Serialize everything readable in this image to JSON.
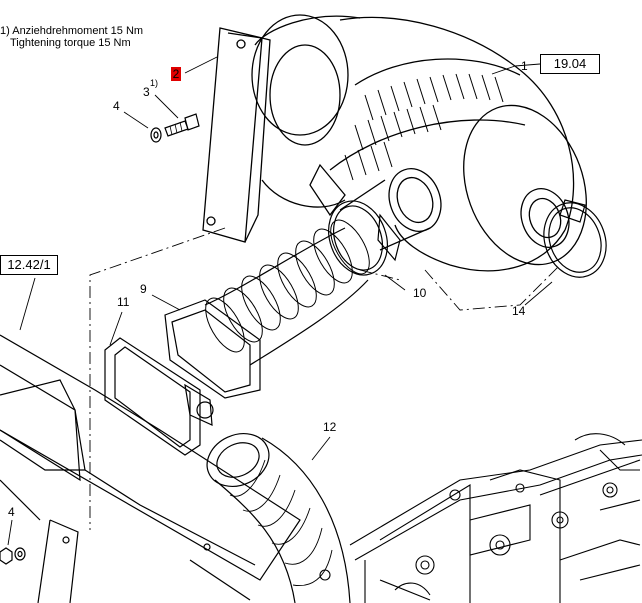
{
  "notes": {
    "line1": "1) Anziehdrehmoment 15 Nm",
    "line2": "Tightening torque 15 Nm"
  },
  "ref_boxes": {
    "top_right": "19.04",
    "left": "12.42/1"
  },
  "callouts": {
    "c1": "1",
    "c2": "2",
    "c3": "3",
    "c3_sup": "1)",
    "c4_top": "4",
    "c9": "9",
    "c10": "10",
    "c11": "11",
    "c12": "12",
    "c14": "14",
    "c4_bottom": "4"
  },
  "colors": {
    "highlight": "#e00000",
    "line": "#000000"
  }
}
